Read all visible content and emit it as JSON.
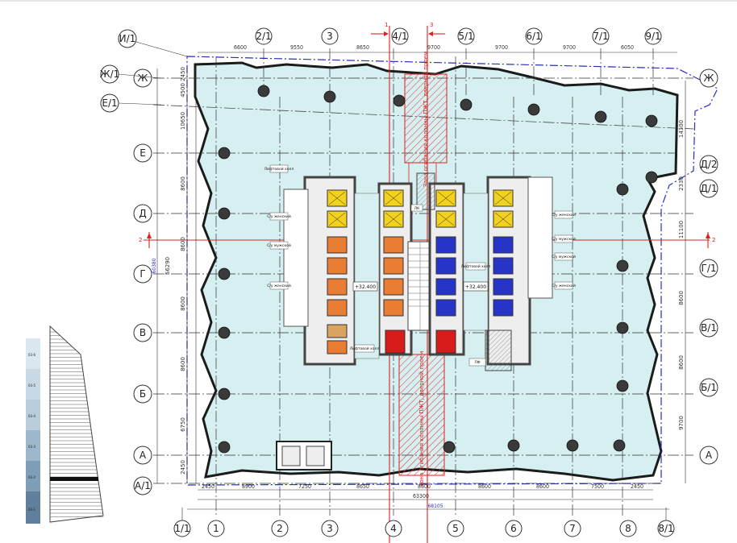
{
  "axes": {
    "top": [
      {
        "id": "top-2-1",
        "label": "2/1"
      },
      {
        "id": "top-3",
        "label": "3"
      },
      {
        "id": "top-4-1",
        "label": "4/1"
      },
      {
        "id": "top-5-1",
        "label": "5/1"
      },
      {
        "id": "top-6-1",
        "label": "6/1"
      },
      {
        "id": "top-7-1",
        "label": "7/1"
      },
      {
        "id": "top-9-1",
        "label": "9/1"
      }
    ],
    "bottom": [
      {
        "id": "bot-1-1",
        "label": "1/1"
      },
      {
        "id": "bot-1",
        "label": "1"
      },
      {
        "id": "bot-2",
        "label": "2"
      },
      {
        "id": "bot-3",
        "label": "3"
      },
      {
        "id": "bot-4",
        "label": "4"
      },
      {
        "id": "bot-5",
        "label": "5"
      },
      {
        "id": "bot-6",
        "label": "6"
      },
      {
        "id": "bot-7",
        "label": "7"
      },
      {
        "id": "bot-8",
        "label": "8"
      },
      {
        "id": "bot-8-1",
        "label": "8/1"
      }
    ],
    "left": [
      {
        "id": "left-i-1",
        "label": "И/1"
      },
      {
        "id": "left-zh-1",
        "label": "Ж/1"
      },
      {
        "id": "left-zh",
        "label": "Ж"
      },
      {
        "id": "left-e-1",
        "label": "Е/1"
      },
      {
        "id": "left-e",
        "label": "Е"
      },
      {
        "id": "left-d",
        "label": "Д"
      },
      {
        "id": "left-g",
        "label": "Г"
      },
      {
        "id": "left-v",
        "label": "В"
      },
      {
        "id": "left-b",
        "label": "Б"
      },
      {
        "id": "left-a",
        "label": "А"
      },
      {
        "id": "left-a-1",
        "label": "А/1"
      }
    ],
    "right": [
      {
        "id": "right-zh",
        "label": "Ж"
      },
      {
        "id": "right-d-2",
        "label": "Д/2"
      },
      {
        "id": "right-d-1",
        "label": "Д/1"
      },
      {
        "id": "right-g-1",
        "label": "Г/1"
      },
      {
        "id": "right-v-1",
        "label": "В/1"
      },
      {
        "id": "right-b-1",
        "label": "Б/1"
      },
      {
        "id": "right-a",
        "label": "А"
      }
    ]
  },
  "dimensions": {
    "top": [
      "6600",
      "9550",
      "8650",
      "9700",
      "9700",
      "9700",
      "6050"
    ],
    "bottom": [
      "2450",
      "8900",
      "7250",
      "8650",
      "8600",
      "8600",
      "8600",
      "7500",
      "2450"
    ],
    "bottom_total": "63300",
    "bottom_overall": "68105",
    "left": [
      "2450",
      "4500",
      "10650",
      "8600",
      "8600",
      "8600",
      "8600",
      "6750",
      "2450"
    ],
    "left_overall": "56290",
    "left_total": "60380",
    "right": [
      "14300",
      "2330",
      "11100",
      "8600",
      "8600",
      "9700"
    ]
  },
  "section_marks": {
    "left": "2",
    "right": "2",
    "top_a": "1",
    "top_b": "3"
  },
  "elevations": [
    "+32.400",
    "+32.400"
  ],
  "room_labels": {
    "hall": "Лифтовой холл",
    "wc_women": "С/у женский",
    "wc_men": "С/у мужской",
    "elev": "ЛФ",
    "stair": "ЛК"
  },
  "zone_label_top": "Зона огибания колонны ПЖТ, дверной проем",
  "zone_label_bottom": "Зона огибания колонны ПЖТ, дверной проем",
  "key_levels": [
    "03-6",
    "03-5",
    "03-4",
    "03-3",
    "03-2",
    "03-1"
  ],
  "colors": {
    "floor_fill": "#d6eff0",
    "core_wall": "#808080",
    "elev_yellow": "#f2d21d",
    "elev_orange": "#e87d33",
    "elev_blue": "#2634c8",
    "elev_red": "#d81b1b",
    "elev_tan": "#d8a45f",
    "zone_red": "#e02020",
    "dash_blue": "#2430c0",
    "key_bar": "#5f7f9c"
  }
}
